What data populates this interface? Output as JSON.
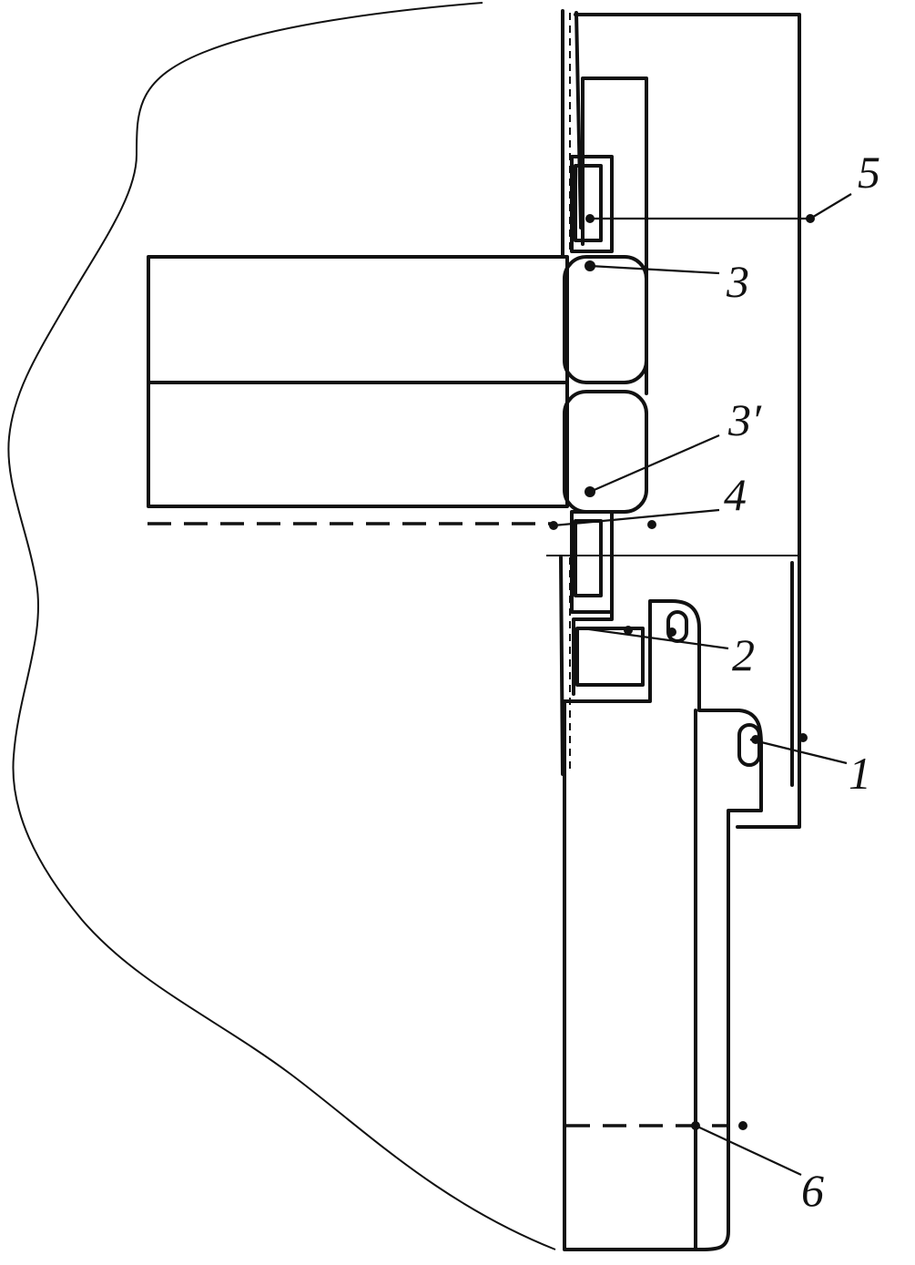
{
  "labels": {
    "l5": "5",
    "l3": "3",
    "l3p": "3′",
    "l4": "4",
    "l2": "2",
    "l1": "1",
    "l6": "6"
  }
}
